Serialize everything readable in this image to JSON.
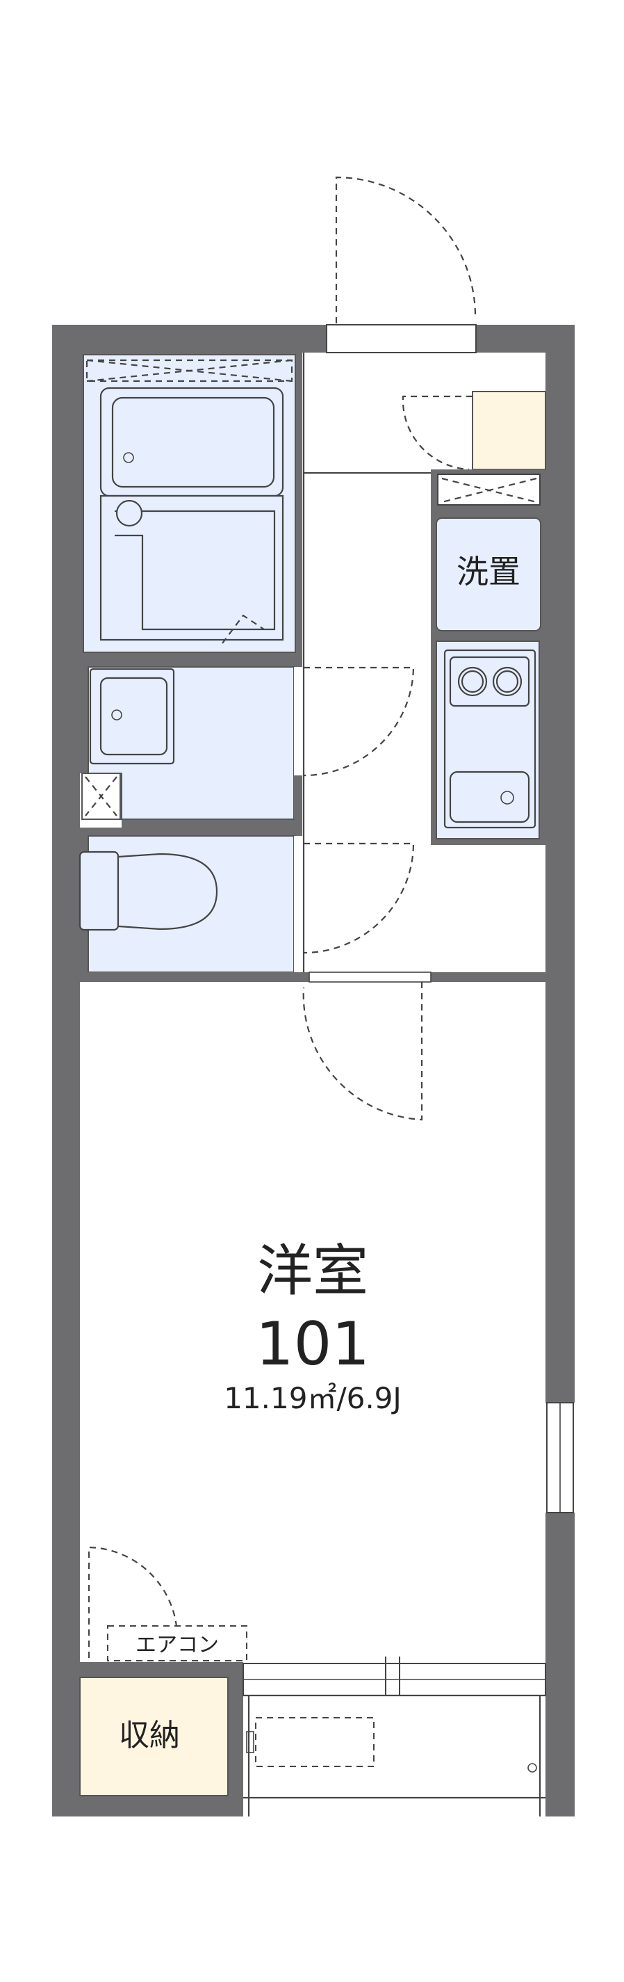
{
  "rooms": {
    "main_room_label": "洋室",
    "room_number": "101",
    "room_area": "11.19㎡/6.9J",
    "washer_label": "洗置",
    "aircon_label": "エアコン",
    "storage_label": "収納"
  },
  "colors": {
    "wall": "#6d6d70",
    "wet_area_fill": "#e7efff",
    "storage_fill": "#fff6e1"
  }
}
